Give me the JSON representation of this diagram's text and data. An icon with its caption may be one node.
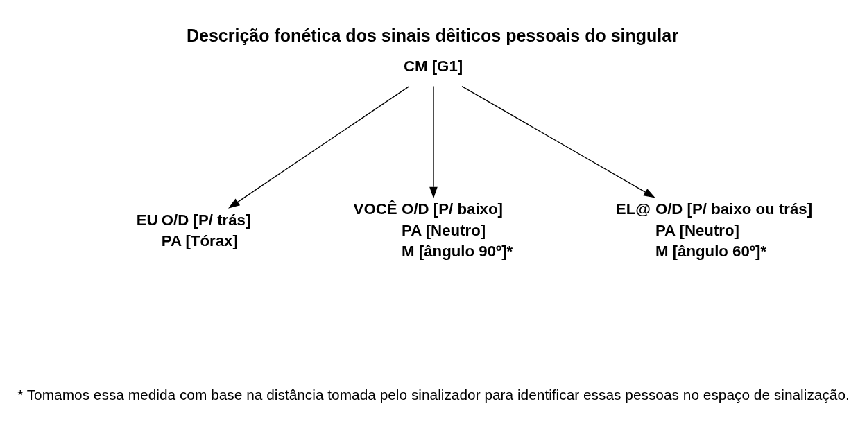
{
  "diagram": {
    "title": "Descrição fonética dos sinais dêiticos pessoais do singular",
    "caption": "* Tomamos essa medida com base na distância tomada pelo sinalizador para identificar essas pessoas no espaço de sinalização.",
    "nodes": [
      {
        "text": [
          "CM [G1]"
        ]
      },
      {
        "text": [
          "EU",
          "O/D [P/ trás]",
          "PA [Tórax]"
        ]
      },
      {
        "text": [
          "VOCÊ",
          "O/D [P/ baixo]",
          "PA [Neutro]",
          "M [ângulo 90º]*"
        ]
      },
      {
        "text": [
          "EL@",
          "O/D [P/ baixo ou trás]",
          "PA [Neutro]",
          "M [ângulo 60º]*"
        ]
      }
    ],
    "edges": [
      {
        "from": 0,
        "to": 1,
        "arrow": "to"
      },
      {
        "from": 0,
        "to": 2,
        "arrow": "to"
      },
      {
        "from": 0,
        "to": 3,
        "arrow": "to"
      }
    ]
  }
}
